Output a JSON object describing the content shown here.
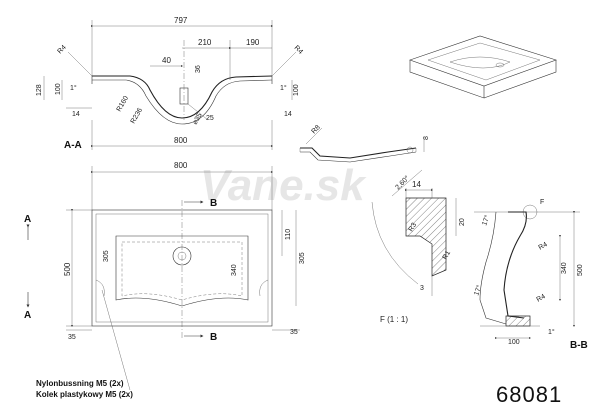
{
  "watermark": "Vane.sk",
  "part_number": "68081",
  "section_labels": {
    "aa_left": "A-A",
    "bb_right": "B-B",
    "detail_f": "F (1 : 1)",
    "detail_marker": "F",
    "a_top": "A",
    "a_bottom": "A",
    "b_top": "B",
    "b_bottom": "B"
  },
  "notes": {
    "line1": "Nylonbussning M5 (2x)",
    "line2": "Kolek plastykowy M5 (2x)"
  },
  "section_aa": {
    "overall_top": "797",
    "overall_bottom": "800",
    "d210": "210",
    "d190": "190",
    "d40": "40",
    "d36": "36",
    "r4_left": "R4",
    "r4_right": "R4",
    "d128": "128",
    "d100_left": "100",
    "d100_right": "100",
    "d1deg_left": "1°",
    "d1deg_right": "1°",
    "d14_left": "14",
    "d14_right": "14",
    "r160": "R160",
    "r236": "R236",
    "dia35": "⌀35",
    "d25": "25"
  },
  "profile_detail": {
    "r8": "R8",
    "d8": "8",
    "d14": "14",
    "d260": "2,60°"
  },
  "plan_view": {
    "width": "800",
    "depth": "500",
    "d305_left": "305",
    "d340": "340",
    "d110": "110",
    "d305_right": "305",
    "d35_left": "35",
    "d35_right": "35"
  },
  "detail_f": {
    "d14": "14",
    "d20": "20",
    "r3": "R3",
    "r1": "R1",
    "d3": "3"
  },
  "section_bb": {
    "d17_top": "17°",
    "d17_bot": "17°",
    "r4_top": "R4",
    "r4_bot": "R4",
    "d340": "340",
    "d500": "500",
    "d100": "100",
    "d1deg": "1°"
  }
}
